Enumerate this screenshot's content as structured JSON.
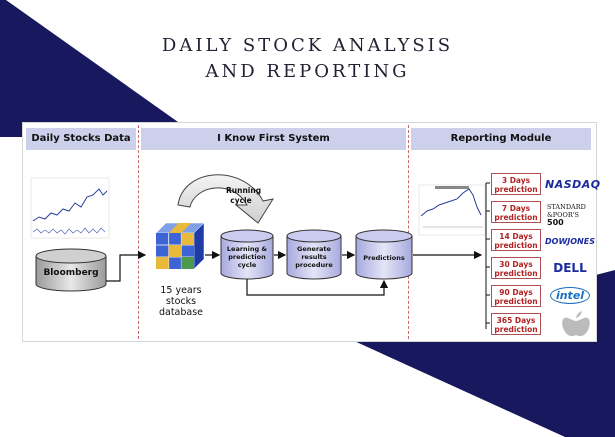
{
  "title_line1": "DAILY STOCK ANALYSIS",
  "title_line2": "AND REPORTING",
  "colors": {
    "navy": "#17185e",
    "section_header": "#cdd0ea",
    "divider": "#c96a6a",
    "prediction": "#b22222"
  },
  "sections": {
    "data": "Daily Stocks Data",
    "system": "I Know First System",
    "reporting": "Reporting Module"
  },
  "source": {
    "label": "Bloomberg"
  },
  "running_cycle": {
    "line1": "Running",
    "line2": "cycle"
  },
  "database": {
    "line1": "15 years",
    "line2": "stocks",
    "line3": "database"
  },
  "process": {
    "learning": {
      "line1": "Learning &",
      "line2": "prediction",
      "line3": "cycle"
    },
    "generate": {
      "line1": "Generate",
      "line2": "results",
      "line3": "procedure"
    },
    "predictions": "Predictions"
  },
  "prediction_boxes": [
    {
      "days": "3 Days",
      "label": "prediction",
      "logo": "NASDAQ"
    },
    {
      "days": "7 Days",
      "label": "prediction",
      "logo_line1": "STANDARD",
      "logo_line2": "&POOR'S",
      "logo_line3": "500"
    },
    {
      "days": "14 Days",
      "label": "prediction",
      "logo": "DOWJONES"
    },
    {
      "days": "30 Days",
      "label": "prediction",
      "logo": "DELL"
    },
    {
      "days": "90 Days",
      "label": "prediction",
      "logo": "intel"
    },
    {
      "days": "365 Days",
      "label": "prediction",
      "logo": "apple-logo-icon"
    }
  ]
}
